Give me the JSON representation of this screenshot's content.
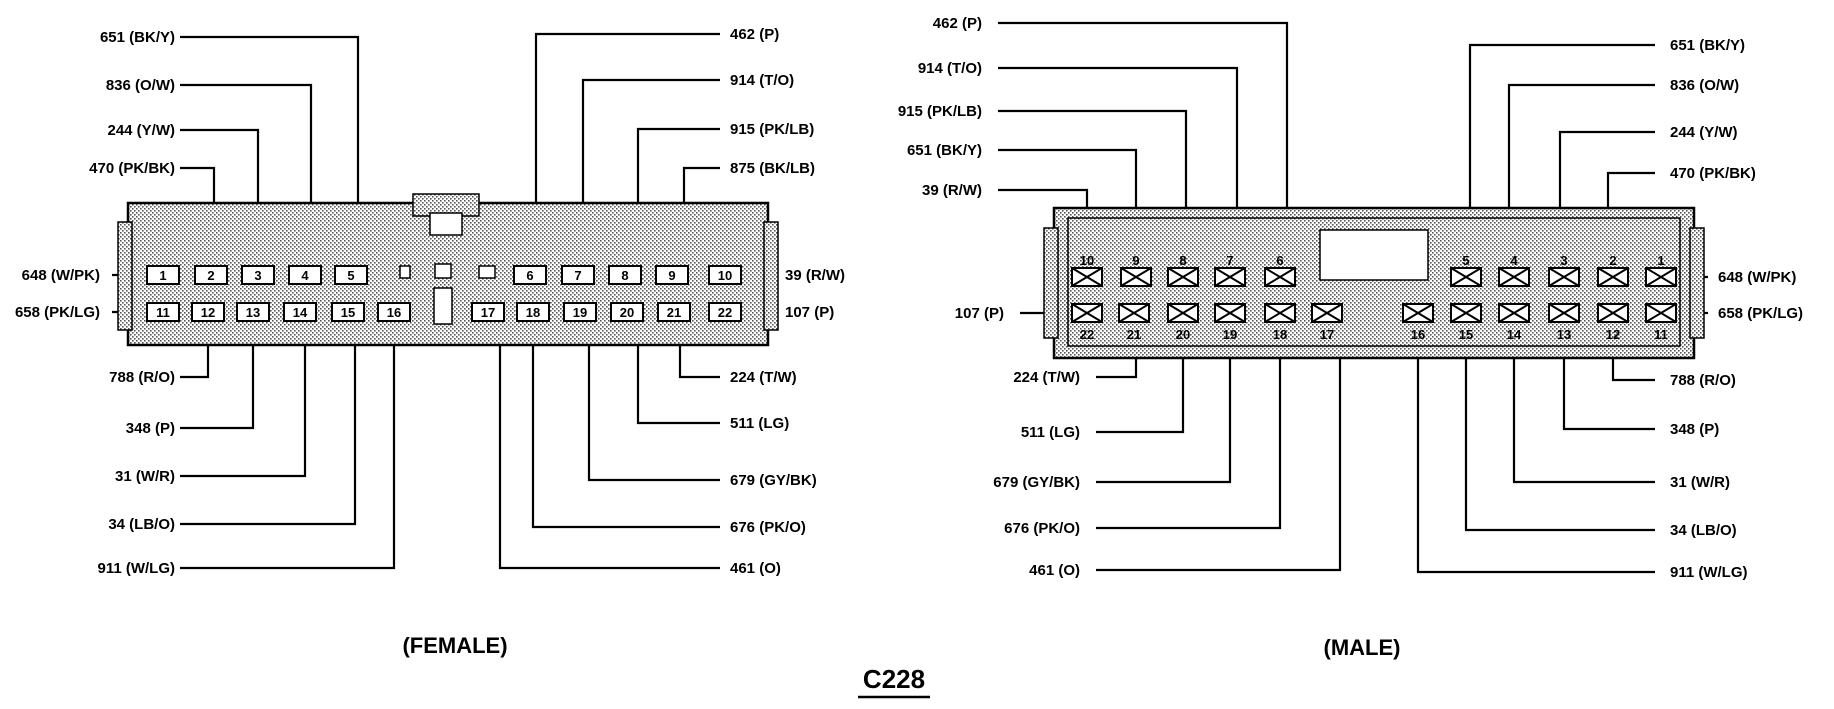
{
  "diagram": {
    "connector_id": "C228",
    "female": {
      "caption": "(FEMALE)",
      "pins": [
        {
          "pin": "1",
          "circuit": "648 (W/PK)"
        },
        {
          "pin": "2",
          "circuit": "470 (PK/BK)"
        },
        {
          "pin": "3",
          "circuit": "244 (Y/W)"
        },
        {
          "pin": "4",
          "circuit": "836 (O/W)"
        },
        {
          "pin": "5",
          "circuit": "651 (BK/Y)"
        },
        {
          "pin": "6",
          "circuit": "462 (P)"
        },
        {
          "pin": "7",
          "circuit": "914 (T/O)"
        },
        {
          "pin": "8",
          "circuit": "915 (PK/LB)"
        },
        {
          "pin": "9",
          "circuit": "875 (BK/LB)"
        },
        {
          "pin": "10",
          "circuit": "39 (R/W)"
        },
        {
          "pin": "11",
          "circuit": "658 (PK/LG)"
        },
        {
          "pin": "12",
          "circuit": "788 (R/O)"
        },
        {
          "pin": "13",
          "circuit": "348 (P)"
        },
        {
          "pin": "14",
          "circuit": "31 (W/R)"
        },
        {
          "pin": "15",
          "circuit": "34 (LB/O)"
        },
        {
          "pin": "16",
          "circuit": "911 (W/LG)"
        },
        {
          "pin": "17",
          "circuit": "461 (O)"
        },
        {
          "pin": "18",
          "circuit": "676 (PK/O)"
        },
        {
          "pin": "19",
          "circuit": "679 (GY/BK)"
        },
        {
          "pin": "20",
          "circuit": "511 (LG)"
        },
        {
          "pin": "21",
          "circuit": "224 (T/W)"
        },
        {
          "pin": "22",
          "circuit": "107 (P)"
        }
      ]
    },
    "male": {
      "caption": "(MALE)",
      "pins": [
        {
          "pin": "1",
          "circuit": "648 (W/PK)"
        },
        {
          "pin": "2",
          "circuit": "470 (PK/BK)"
        },
        {
          "pin": "3",
          "circuit": "244 (Y/W)"
        },
        {
          "pin": "4",
          "circuit": "836 (O/W)"
        },
        {
          "pin": "5",
          "circuit": "651 (BK/Y)"
        },
        {
          "pin": "6",
          "circuit": "462 (P)"
        },
        {
          "pin": "7",
          "circuit": "914 (T/O)"
        },
        {
          "pin": "8",
          "circuit": "915 (PK/LB)"
        },
        {
          "pin": "9",
          "circuit": "651 (BK/Y)"
        },
        {
          "pin": "10",
          "circuit": "39 (R/W)"
        },
        {
          "pin": "11",
          "circuit": "658 (PK/LG)"
        },
        {
          "pin": "12",
          "circuit": "788 (R/O)"
        },
        {
          "pin": "13",
          "circuit": "348 (P)"
        },
        {
          "pin": "14",
          "circuit": "31 (W/R)"
        },
        {
          "pin": "15",
          "circuit": "34 (LB/O)"
        },
        {
          "pin": "16",
          "circuit": "911 (W/LG)"
        },
        {
          "pin": "17",
          "circuit": "461 (O)"
        },
        {
          "pin": "18",
          "circuit": "676 (PK/O)"
        },
        {
          "pin": "19",
          "circuit": "679 (GY/BK)"
        },
        {
          "pin": "20",
          "circuit": "511 (LG)"
        },
        {
          "pin": "21",
          "circuit": "224 (T/W)"
        },
        {
          "pin": "22",
          "circuit": "107 (P)"
        }
      ]
    }
  }
}
